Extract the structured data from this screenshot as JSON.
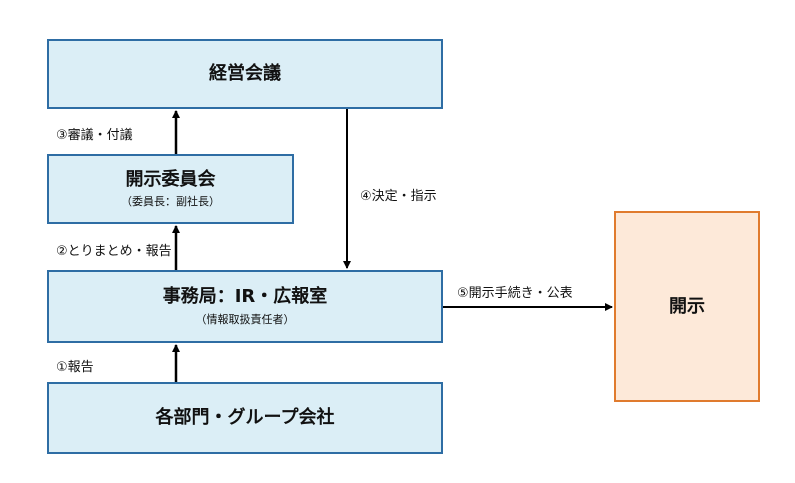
{
  "boxes": {
    "keiei": {
      "title": "経営会議"
    },
    "iinkai": {
      "title": "開示委員会",
      "sub": "（委員長：副社長）"
    },
    "jimu": {
      "title": "事務局：IR・広報室",
      "sub": "（情報取扱責任者）"
    },
    "bumon": {
      "title": "各部門・グループ会社"
    },
    "kaiji": {
      "title": "開示"
    }
  },
  "labels": {
    "step1": "①報告",
    "step2": "②とりまとめ・報告",
    "step3": "③審議・付議",
    "step4": "④決定・指示",
    "step5": "⑤開示手続き・公表"
  },
  "colors": {
    "blue_border": "#2e6da4",
    "blue_fill": "#dbeef6",
    "orange_border": "#e07b2e",
    "orange_fill": "#fde9d9",
    "arrow": "#000000"
  }
}
